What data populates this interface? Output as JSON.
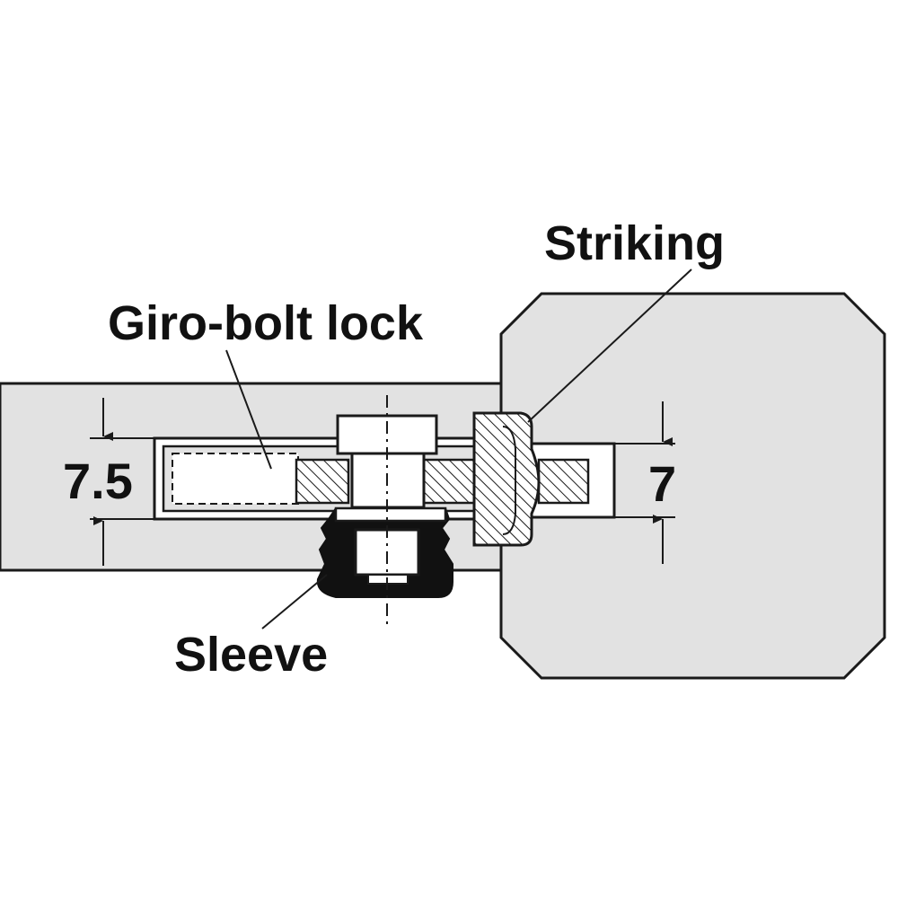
{
  "labels": {
    "striking": "Striking",
    "giro_bolt_lock": "Giro-bolt lock",
    "sleeve": "Sleeve"
  },
  "dimensions": {
    "left": "7.5",
    "right": "7"
  },
  "colors": {
    "panel_fill": "#e2e2e2",
    "line": "#1a1a1a",
    "sleeve": "#111111",
    "background": "#ffffff"
  }
}
